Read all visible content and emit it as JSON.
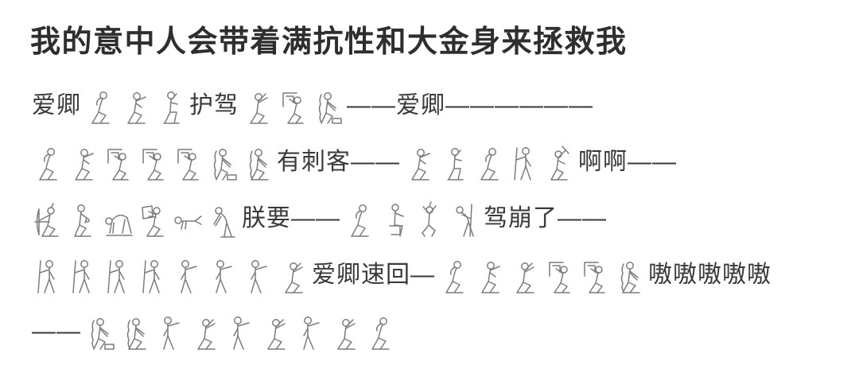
{
  "title": "我的意中人会带着满抗性和大金身来拯救我",
  "colors": {
    "background": "#ffffff",
    "title_text": "#2e2e2e",
    "body_text": "#3a3a3a",
    "glyph_stroke": "#7c7c7c"
  },
  "lines": [
    {
      "segments": [
        {
          "type": "text",
          "value": "爱卿"
        },
        {
          "type": "glyphs",
          "names": [
            "man-hand-to-mouth",
            "kneeling-man-pointing",
            "seated-man-arm-raised"
          ]
        },
        {
          "type": "text",
          "value": "护驾"
        },
        {
          "type": "glyphs",
          "names": [
            "kneeling-man-praising",
            "kneeling-man-with-stela",
            "kneeling-mourner-with-box"
          ]
        },
        {
          "type": "text",
          "value": "——爱卿——————"
        }
      ]
    },
    {
      "segments": [
        {
          "type": "glyphs",
          "names": [
            "man-hand-to-mouth",
            "kneeling-man-pointing",
            "kneeling-man-with-stela",
            "kneeling-man-with-stela",
            "kneeling-man-with-stela",
            "kneeling-mourner-with-box",
            "kneeling-mourner"
          ]
        },
        {
          "type": "text",
          "value": "有刺客——"
        },
        {
          "type": "glyphs",
          "names": [
            "kneeling-man-pointing",
            "seated-man-arm-raised",
            "man-hand-to-mouth",
            "man-with-staff",
            "man-with-weapon-raised"
          ]
        },
        {
          "type": "text",
          "value": "啊啊——"
        }
      ]
    },
    {
      "segments": [
        {
          "type": "glyphs",
          "names": [
            "archer-with-bow",
            "bound-captive",
            "prostrate-man",
            "kneeling-man-reading",
            "falling-man",
            "man-bending-forward"
          ]
        },
        {
          "type": "text",
          "value": "朕要——"
        },
        {
          "type": "glyphs",
          "names": [
            "man-hand-to-mouth",
            "seated-man-on-chair",
            "dancing-man",
            "old-man-leaning-on-staff"
          ]
        },
        {
          "type": "text",
          "value": "驾崩了——"
        }
      ]
    },
    {
      "segments": [
        {
          "type": "glyphs",
          "names": [
            "man-with-staff",
            "man-with-staff",
            "man-with-staff",
            "man-with-staff",
            "man-pointing-forward",
            "man-pointing-forward",
            "man-pointing-forward",
            "kneeling-man-praising"
          ]
        },
        {
          "type": "text",
          "value": "爱卿速回—"
        },
        {
          "type": "glyphs",
          "names": [
            "man-hand-to-mouth",
            "kneeling-man-pointing",
            "kneeling-man-praising",
            "kneeling-man-with-stela",
            "kneeling-man-with-stela",
            "kneeling-mourner"
          ]
        },
        {
          "type": "text",
          "value": "嗷嗷嗷嗷嗷"
        }
      ]
    },
    {
      "segments": [
        {
          "type": "text",
          "value": "——"
        },
        {
          "type": "glyphs",
          "names": [
            "kneeling-mourner-with-box",
            "kneeling-mourner",
            "man-pointing-forward",
            "kneeling-man-praising",
            "man-pointing-forward",
            "kneeling-man-praising",
            "man-pointing-forward",
            "kneeling-man-praising",
            "man-hand-to-mouth"
          ]
        }
      ]
    }
  ]
}
